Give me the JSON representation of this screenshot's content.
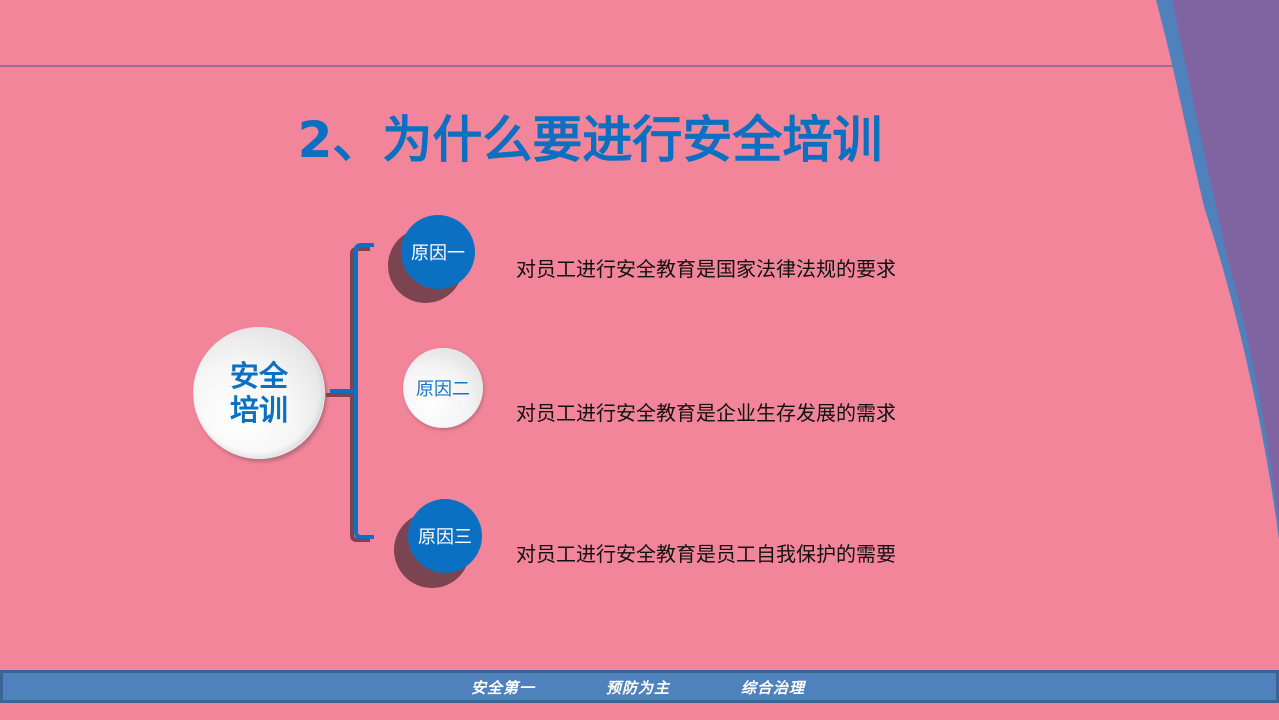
{
  "slide": {
    "title": "2、为什么要进行安全培训",
    "center_topic": {
      "line1": "安全",
      "line2": "培训"
    },
    "reasons": [
      {
        "label": "原因一",
        "text": "对员工进行安全教育是国家法律法规的要求",
        "style": "blue"
      },
      {
        "label": "原因二",
        "text": "对员工进行安全教育是企业生存发展的需求",
        "style": "white"
      },
      {
        "label": "原因三",
        "text": "对员工进行安全教育是员工自我保护的需要",
        "style": "blue"
      }
    ]
  },
  "footer": {
    "slogans": [
      "安全第一",
      "预防为主",
      "综合治理"
    ]
  },
  "colors": {
    "background": "#f28599",
    "accent_blue": "#0b70c1",
    "corner_purple": "#8064a2",
    "stripe_blue": "#4f81bd",
    "shadow": "#7a4450",
    "footer_border": "#3a6494"
  }
}
